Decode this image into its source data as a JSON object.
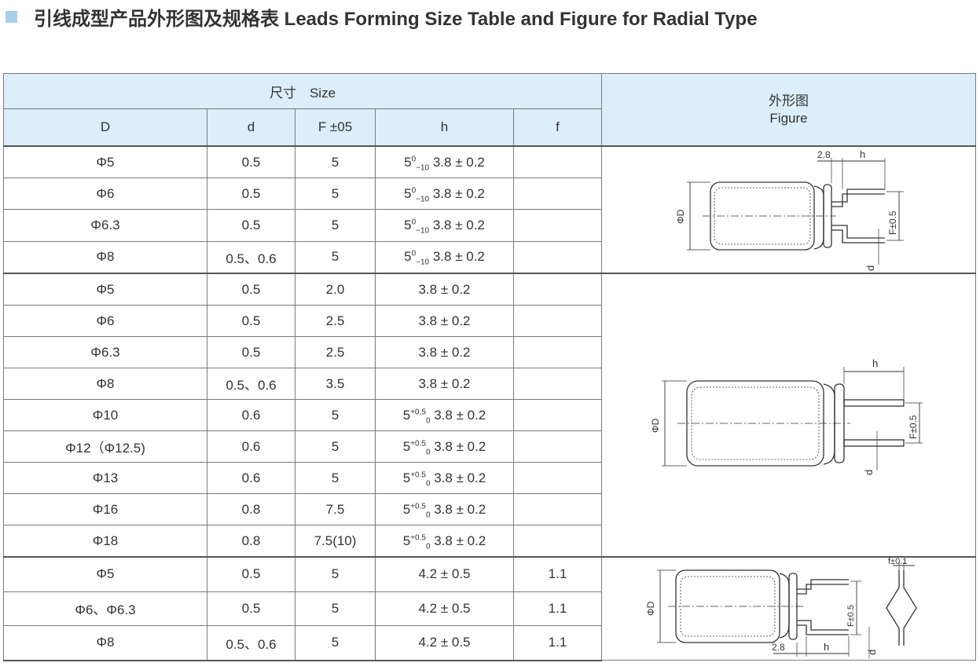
{
  "title": "引线成型产品外形图及规格表 Leads Forming Size Table and Figure for Radial Type",
  "header": {
    "size_label": "尺寸　Size",
    "col_D": "D",
    "col_d": "d",
    "col_F": "F ±05",
    "col_h": "h",
    "col_f": "f",
    "figure_label_cn": "外形图",
    "figure_label_en": "Figure"
  },
  "groups": [
    {
      "rows": [
        {
          "D": "Φ5",
          "d": "0.5",
          "F": "5",
          "h_base": "5",
          "h_sup": "0",
          "h_sub": "−10",
          "h_tol": " 3.8 ± 0.2",
          "f": ""
        },
        {
          "D": "Φ6",
          "d": "0.5",
          "F": "5",
          "h_base": "5",
          "h_sup": "0",
          "h_sub": "−10",
          "h_tol": " 3.8 ± 0.2",
          "f": ""
        },
        {
          "D": "Φ6.3",
          "d": "0.5",
          "F": "5",
          "h_base": "5",
          "h_sup": "0",
          "h_sub": "−10",
          "h_tol": " 3.8 ± 0.2",
          "f": ""
        },
        {
          "D": "Φ8",
          "d": "0.5、0.6",
          "F": "5",
          "h_base": "5",
          "h_sup": "0",
          "h_sub": "−10",
          "h_tol": " 3.8 ± 0.2",
          "f": ""
        }
      ],
      "figure": {
        "labels": {
          "l28": "2.8",
          "h": "h",
          "phiD": "ΦD",
          "F": "F±0.5",
          "d": "d"
        }
      }
    },
    {
      "rows": [
        {
          "D": "Φ5",
          "d": "0.5",
          "F": "2.0",
          "h_base": "",
          "h_sup": "",
          "h_sub": "",
          "h_tol": "3.8 ± 0.2",
          "f": ""
        },
        {
          "D": "Φ6",
          "d": "0.5",
          "F": "2.5",
          "h_base": "",
          "h_sup": "",
          "h_sub": "",
          "h_tol": "3.8 ± 0.2",
          "f": ""
        },
        {
          "D": "Φ6.3",
          "d": "0.5",
          "F": "2.5",
          "h_base": "",
          "h_sup": "",
          "h_sub": "",
          "h_tol": "3.8 ± 0.2",
          "f": ""
        },
        {
          "D": "Φ8",
          "d": "0.5、0.6",
          "F": "3.5",
          "h_base": "",
          "h_sup": "",
          "h_sub": "",
          "h_tol": "3.8 ± 0.2",
          "f": ""
        },
        {
          "D": "Φ10",
          "d": "0.6",
          "F": "5",
          "h_base": "5",
          "h_sup": "+0.5",
          "h_sub": "0",
          "h_tol": " 3.8 ± 0.2",
          "f": ""
        },
        {
          "D": "Φ12（Φ12.5)",
          "d": "0.6",
          "F": "5",
          "h_base": "5",
          "h_sup": "+0.5",
          "h_sub": "0",
          "h_tol": " 3.8 ± 0.2",
          "f": ""
        },
        {
          "D": "Φ13",
          "d": "0.6",
          "F": "5",
          "h_base": "5",
          "h_sup": "+0.5",
          "h_sub": "0",
          "h_tol": " 3.8 ± 0.2",
          "f": ""
        },
        {
          "D": "Φ16",
          "d": "0.8",
          "F": "7.5",
          "h_base": "5",
          "h_sup": "+0.5",
          "h_sub": "0",
          "h_tol": " 3.8 ± 0.2",
          "f": ""
        },
        {
          "D": "Φ18",
          "d": "0.8",
          "F": "7.5(10)",
          "h_base": "5",
          "h_sup": "+0.5",
          "h_sub": "0",
          "h_tol": " 3.8 ± 0.2",
          "f": ""
        }
      ],
      "figure": {
        "labels": {
          "h": "h",
          "phiD": "ΦD",
          "F": "F±0.5",
          "d": "d"
        }
      }
    },
    {
      "rows": [
        {
          "D": "Φ5",
          "d": "0.5",
          "F": "5",
          "h_base": "",
          "h_sup": "",
          "h_sub": "",
          "h_tol": "4.2 ± 0.5",
          "f": "1.1"
        },
        {
          "D": "Φ6、Φ6.3",
          "d": "0.5",
          "F": "5",
          "h_base": "",
          "h_sup": "",
          "h_sub": "",
          "h_tol": "4.2 ± 0.5",
          "f": "1.1"
        },
        {
          "D": "Φ8",
          "d": "0.5、0.6",
          "F": "5",
          "h_base": "",
          "h_sup": "",
          "h_sub": "",
          "h_tol": "4.2 ± 0.5",
          "f": "1.1"
        }
      ],
      "figure": {
        "labels": {
          "f": "f±0.1",
          "phiD": "ΦD",
          "F": "F±0.5",
          "l28": "2.8",
          "h": "h",
          "d": "d"
        }
      }
    }
  ]
}
